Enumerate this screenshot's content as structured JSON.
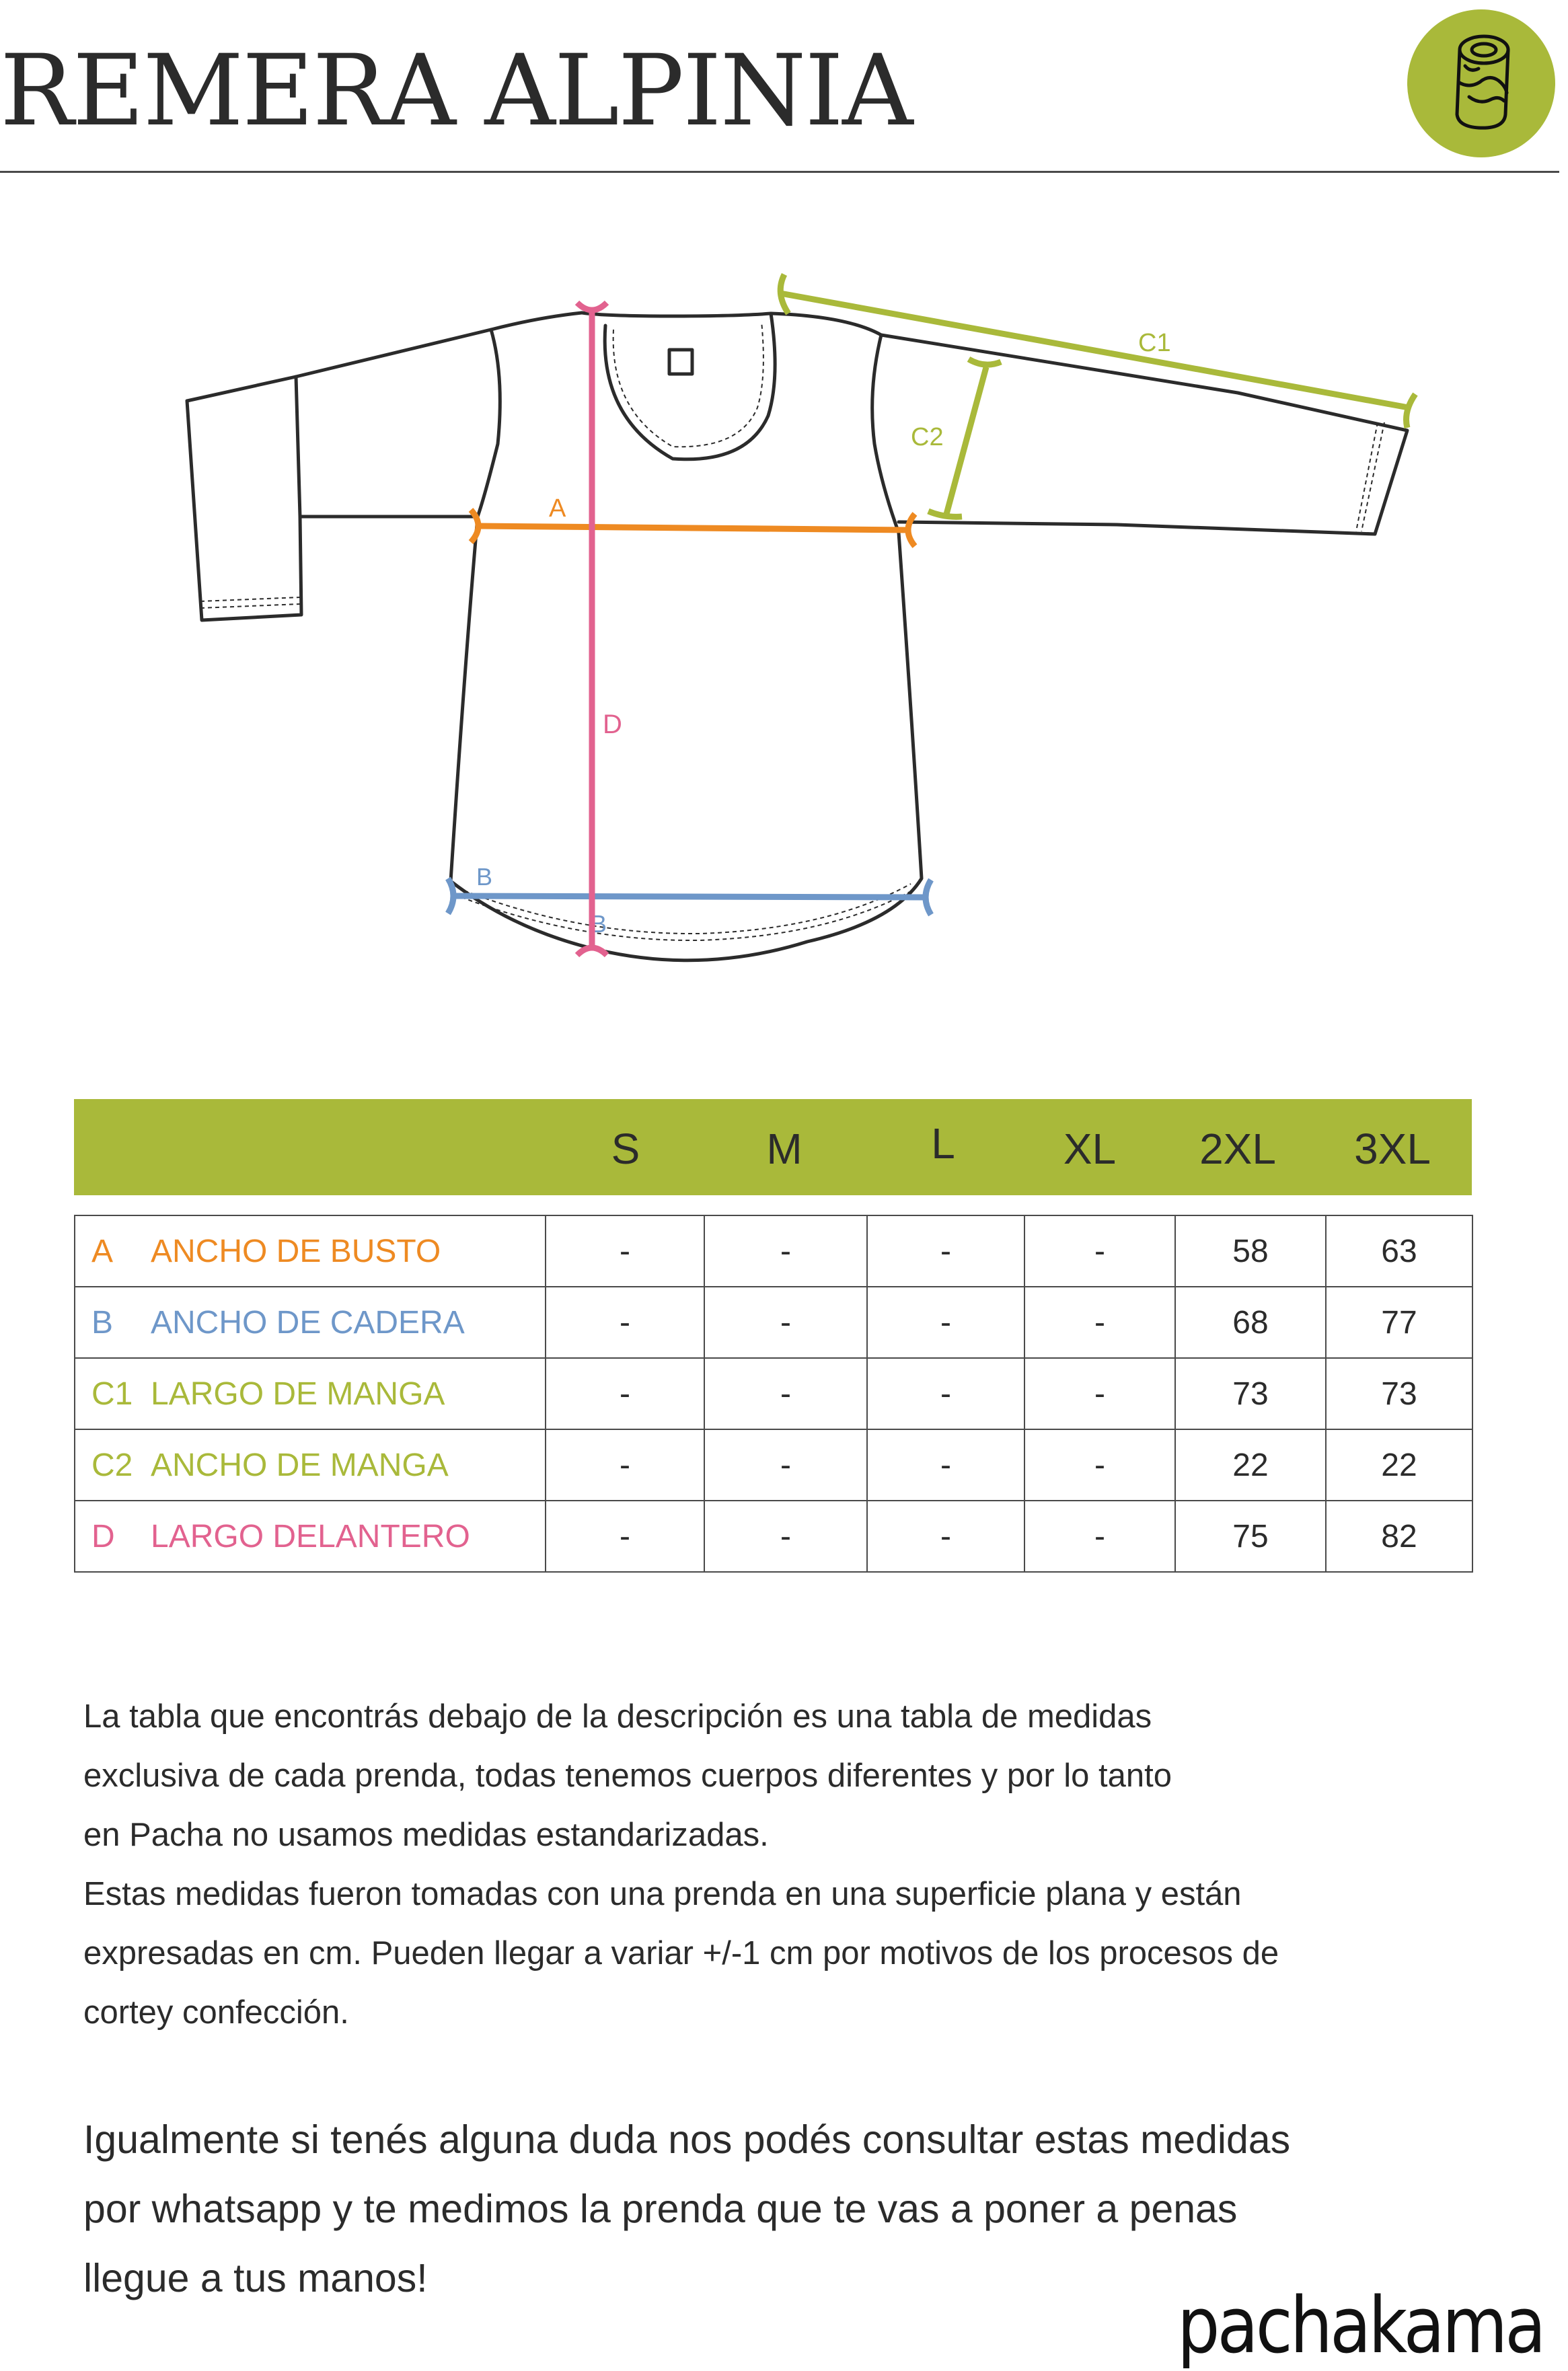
{
  "title": "REMERA ALPINIA",
  "brand": "pachakama",
  "colors": {
    "accent": "#a9b93a",
    "A": "#ee8a22",
    "B": "#6e97c9",
    "C": "#a9b93a",
    "D": "#e2628f",
    "outline": "#2b2b2b"
  },
  "diagram": {
    "label_a": "A",
    "label_b": "B",
    "label_c1": "C1",
    "label_c2": "C2",
    "label_d": "D"
  },
  "sizes": [
    "S",
    "M",
    "L",
    "XL",
    "2XL",
    "3XL"
  ],
  "rows": [
    {
      "code": "A",
      "name": "ANCHO DE BUSTO",
      "color": "#ee8a22",
      "values": [
        "-",
        "-",
        "-",
        "-",
        "58",
        "63"
      ]
    },
    {
      "code": "B",
      "name": "ANCHO DE CADERA",
      "color": "#6e97c9",
      "values": [
        "-",
        "-",
        "-",
        "-",
        "68",
        "77"
      ]
    },
    {
      "code": "C1",
      "name": "LARGO DE MANGA",
      "color": "#a9b93a",
      "values": [
        "-",
        "-",
        "-",
        "-",
        "73",
        "73"
      ]
    },
    {
      "code": "C2",
      "name": "ANCHO DE MANGA",
      "color": "#a9b93a",
      "values": [
        "-",
        "-",
        "-",
        "-",
        "22",
        "22"
      ]
    },
    {
      "code": "D",
      "name": "LARGO DELANTERO",
      "color": "#e2628f",
      "values": [
        "-",
        "-",
        "-",
        "-",
        "75",
        "82"
      ]
    }
  ],
  "description": [
    "La tabla que encontrás debajo de la descripción es una tabla de medidas",
    "exclusiva de cada prenda, todas tenemos cuerpos diferentes y por lo tanto",
    "en Pacha no usamos medidas estandarizadas.",
    "Estas medidas fueron tomadas con una prenda en una superficie plana y están",
    "expresadas en cm. Pueden llegar a variar +/-1 cm por motivos de los procesos de",
    "cortey confección."
  ],
  "note": [
    "Igualmente si tenés alguna duda nos podés consultar estas medidas",
    "por whatsapp y te medimos la prenda que te vas a poner a penas",
    "llegue a tus manos!"
  ]
}
